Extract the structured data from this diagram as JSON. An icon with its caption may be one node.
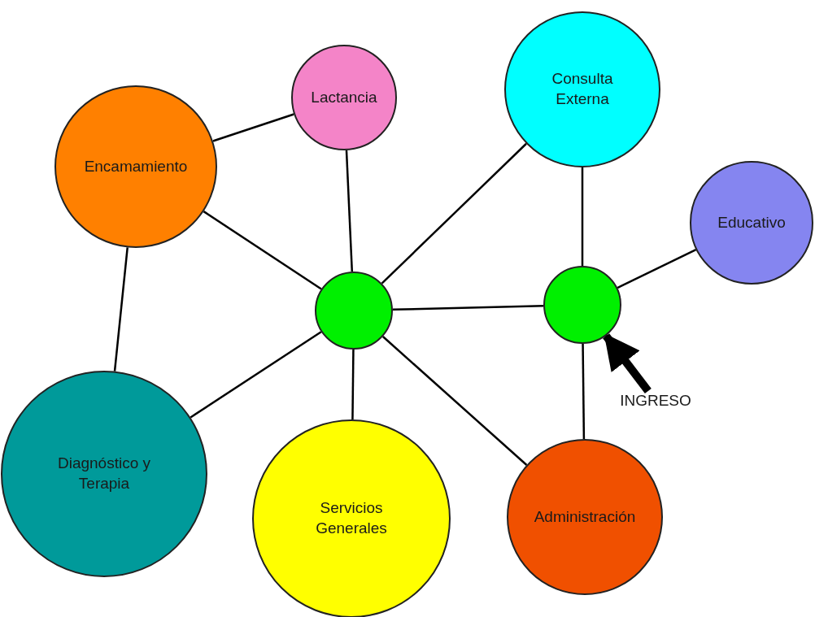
{
  "diagram": {
    "nodes": [
      {
        "text": [
          "Encamamiento"
        ]
      },
      {
        "text": [
          "Lactancia"
        ]
      },
      {
        "text": [
          "Consulta Externa"
        ]
      },
      {
        "text": [
          "Educativo"
        ]
      },
      {
        "text": [],
        "shape": "circle"
      },
      {
        "text": [],
        "shape": "circle"
      },
      {
        "text": [
          "Diagnóstico y Terapia"
        ]
      },
      {
        "text": [
          "Servicios Generales"
        ]
      },
      {
        "text": [
          "Administración"
        ]
      },
      {
        "text": [
          "INGRESO"
        ]
      }
    ],
    "edges": [
      {
        "from": 0,
        "to": 1,
        "arrow": "none"
      },
      {
        "from": 0,
        "to": 4,
        "arrow": "none"
      },
      {
        "from": 0,
        "to": 6,
        "arrow": "none"
      },
      {
        "from": 1,
        "to": 4,
        "arrow": "none"
      },
      {
        "from": 2,
        "to": 4,
        "arrow": "none"
      },
      {
        "from": 2,
        "to": 5,
        "arrow": "none"
      },
      {
        "from": 4,
        "to": 5,
        "arrow": "none"
      },
      {
        "from": 5,
        "to": 3,
        "arrow": "none"
      },
      {
        "from": 4,
        "to": 6,
        "arrow": "none"
      },
      {
        "from": 4,
        "to": 7,
        "arrow": "none"
      },
      {
        "from": 4,
        "to": 8,
        "arrow": "none"
      },
      {
        "from": 5,
        "to": 8,
        "arrow": "none"
      },
      {
        "from": 9,
        "to": 5,
        "arrow": "to",
        "style": "thick"
      }
    ]
  }
}
